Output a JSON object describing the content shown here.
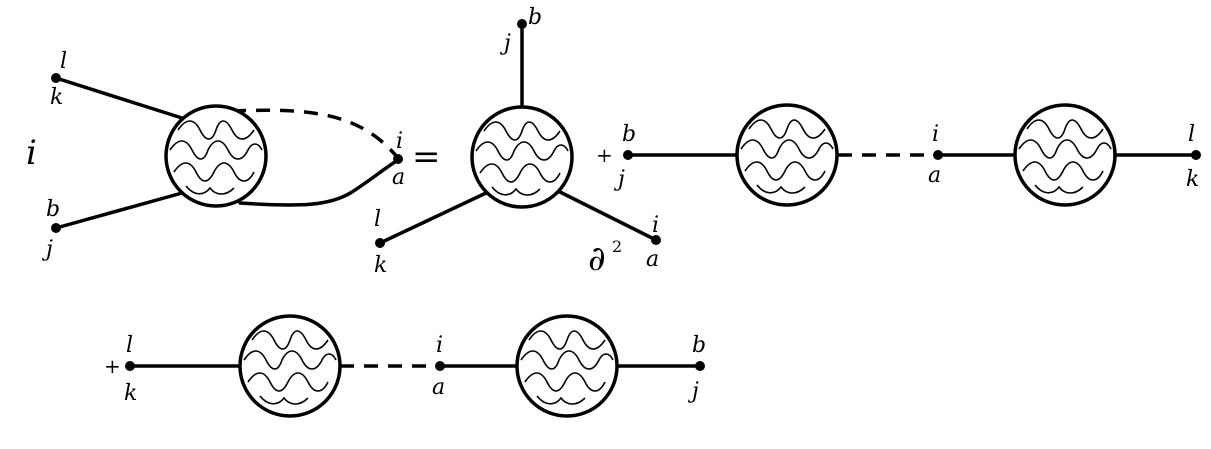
{
  "diagram": {
    "equals": "=",
    "plus": "+",
    "lhs": {
      "side_label": "i",
      "leg_top": {
        "upper": "l",
        "lower": "k"
      },
      "leg_bottom": {
        "upper": "b",
        "lower": "j"
      },
      "leg_right": {
        "upper": "i",
        "lower": "a"
      }
    },
    "term1": {
      "leg_top": {
        "left": "j",
        "right": "b"
      },
      "leg_left": {
        "upper": "l",
        "lower": "k"
      },
      "leg_right": {
        "upper": "i",
        "lower": "a"
      },
      "operator": "∂",
      "operator_power": "2"
    },
    "term2": {
      "left": {
        "upper": "b",
        "lower": "j"
      },
      "middle": {
        "upper": "i",
        "lower": "a"
      },
      "right": {
        "upper": "l",
        "lower": "k"
      }
    },
    "term3": {
      "left": {
        "upper": "l",
        "lower": "k"
      },
      "middle": {
        "upper": "i",
        "lower": "a"
      },
      "right": {
        "upper": "b",
        "lower": "j"
      }
    }
  }
}
